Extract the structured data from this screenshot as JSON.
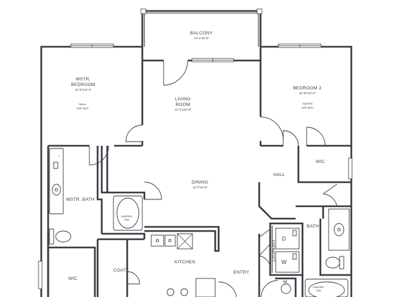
{
  "rooms": {
    "balcony": {
      "name": "BALCONY",
      "dim": "14'-1\"x6'-0\""
    },
    "master_bedroom": {
      "name_line1": "MSTR.",
      "name_line2": "BEDROOM",
      "dim": "11'-6\"x12'-4\"",
      "note1": "*WALL",
      "note2": "SIZE BED"
    },
    "living_room": {
      "name_line1": "LIVING",
      "name_line2": "ROOM",
      "dim": "14'-2\"x10'-8\""
    },
    "bedroom2": {
      "name": "BEDROOM 2",
      "dim": "10'-8\"x12'-0\"",
      "note1": "*QUEEN",
      "note2": "SIZE BED"
    },
    "dining": {
      "name": "DINING",
      "dim": "14'-2\"x9'-6\""
    },
    "wic_right": {
      "name": "WIC"
    },
    "hall": {
      "name": "HALL"
    },
    "master_bath": {
      "name": "MSTR. BATH"
    },
    "garden_tub_left": {
      "line1": "GARDEN",
      "line2": "TUB"
    },
    "bath": {
      "name": "BATH"
    },
    "kitchen": {
      "name": "KITCHEN"
    },
    "coat": {
      "name": "COAT"
    },
    "entry": {
      "name": "ENTRY"
    },
    "wic_left": {
      "name": "WIC"
    },
    "laundry": {
      "name": "LAUNDRY"
    },
    "garden_tub_right": {
      "line1": "GARDEN",
      "line2": "TUB"
    },
    "mech": {
      "name": "M."
    }
  },
  "appliances": {
    "dryer": "D",
    "washer": "W",
    "linen": "L"
  }
}
